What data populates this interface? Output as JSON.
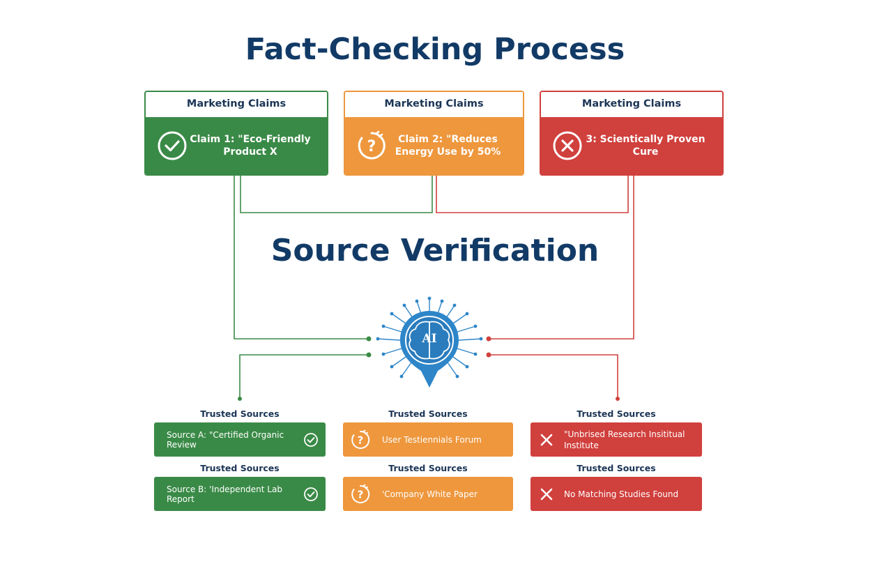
{
  "title": "Fact-Checking Process",
  "subtitle": "Source Verification",
  "ai_label": "AI",
  "colors": {
    "verified": "#3a8a47",
    "uncertain": "#ee973d",
    "false": "#d0403d",
    "title": "#123a66",
    "ai": "#2e86c9"
  },
  "claims": [
    {
      "header": "Marketing Claims",
      "text": "Claim 1: \"Eco-Friendly Product X",
      "status": "verified",
      "icon": "check-circle-icon"
    },
    {
      "header": "Marketing Claims",
      "text": "Claim 2: \"Reduces Energy Use by 50%",
      "status": "uncertain",
      "icon": "question-timer-icon"
    },
    {
      "header": "Marketing Claims",
      "text": "3: Scientically Proven Cure",
      "status": "false",
      "icon": "x-circle-icon"
    }
  ],
  "sources": [
    [
      {
        "label": "Trusted Sources",
        "text": "Source A: \"Certified Organic Review",
        "icon": "check-circle-icon"
      },
      {
        "label": "Trusted Sources",
        "text": "Source B: 'Independent Lab Report",
        "icon": "check-circle-icon"
      }
    ],
    [
      {
        "label": "Trusted Sources",
        "text": "User Testiennials Forum",
        "icon": "question-timer-icon"
      },
      {
        "label": "Trusted Sources",
        "text": "'Company White Paper",
        "icon": "question-timer-icon"
      }
    ],
    [
      {
        "label": "Trusted Sources",
        "text": "\"Unbrised Research Insititual Institute",
        "icon": "x-icon"
      },
      {
        "label": "Trusted Sources",
        "text": "No Matching Studies Found",
        "icon": "x-icon"
      }
    ]
  ]
}
